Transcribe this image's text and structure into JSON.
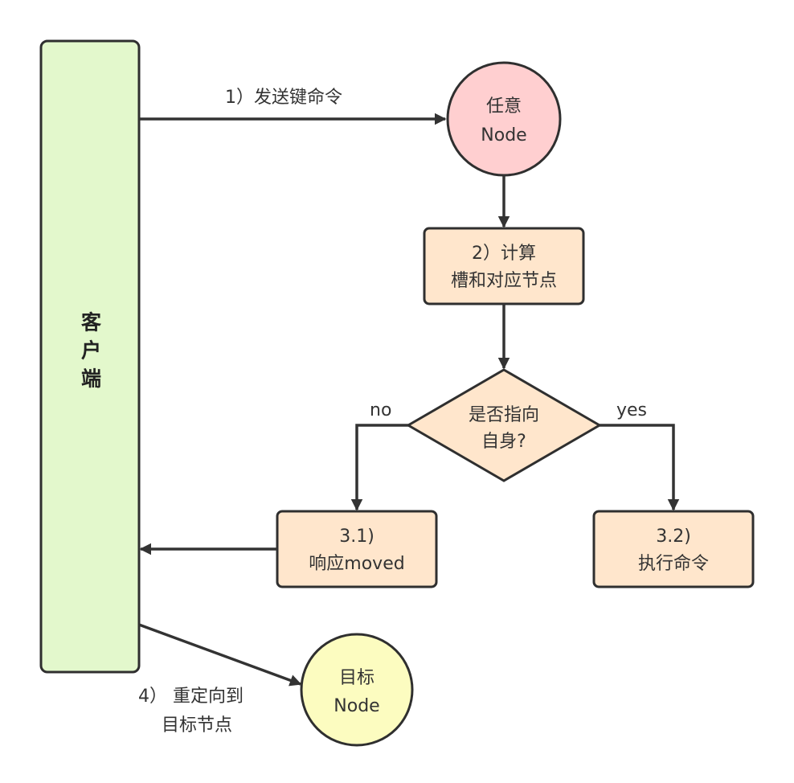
{
  "nodes": {
    "client": {
      "label": "客户端",
      "color": "#e3f8cc"
    },
    "any_node": {
      "lines": [
        "任意",
        "Node"
      ],
      "color": "#ffcfd0"
    },
    "compute": {
      "lines": [
        "2）计算",
        "槽和对应节点"
      ],
      "color": "#ffe6cc"
    },
    "decision": {
      "lines": [
        "是否指向",
        "自身?"
      ],
      "color": "#ffe6cc"
    },
    "moved": {
      "lines": [
        "3.1)",
        "响应moved"
      ],
      "color": "#ffe6cc"
    },
    "execute": {
      "lines": [
        "3.2)",
        "执行命令"
      ],
      "color": "#ffe6cc"
    },
    "target_node": {
      "lines": [
        "目标",
        "Node"
      ],
      "color": "#fcfcc0"
    }
  },
  "edges": {
    "send": "1）发送键命令",
    "no": "no",
    "yes": "yes",
    "redirect": [
      "4） 重定向到",
      "目标节点"
    ]
  },
  "style": {
    "stroke": "#333333",
    "arrow": "#333333"
  }
}
